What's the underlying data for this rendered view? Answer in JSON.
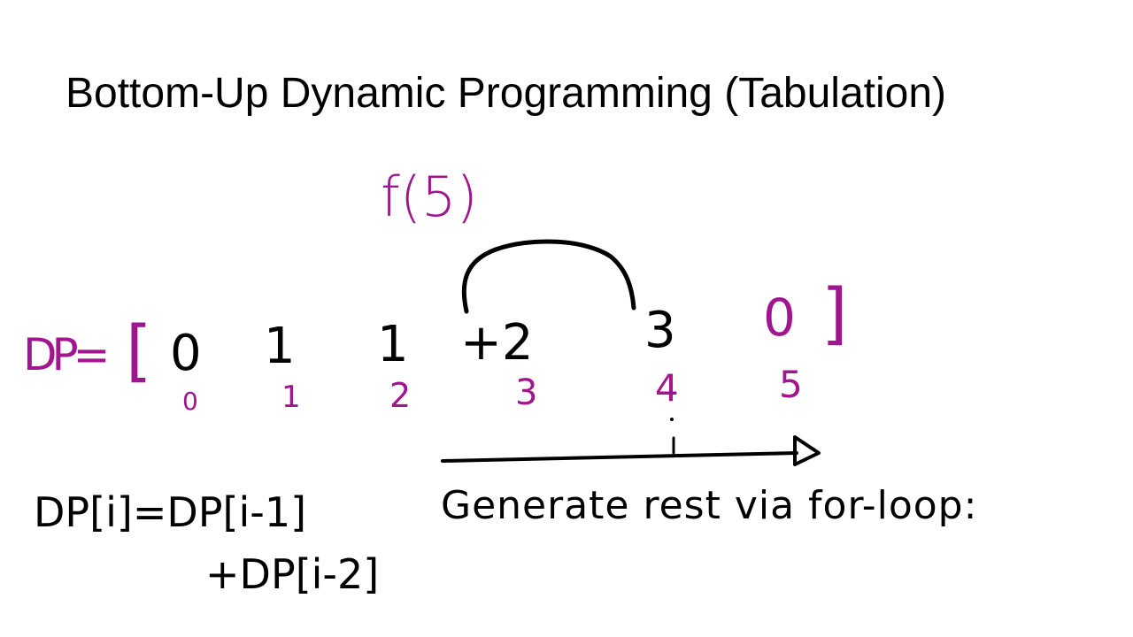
{
  "slide": {
    "title": "Bottom-Up Dynamic Programming (Tabulation)"
  },
  "colors": {
    "ink_accent": "#a0168f",
    "ink_main": "#000000"
  },
  "annotations": {
    "call": "f(5)",
    "dp_label": "DP=",
    "open_bracket": "[",
    "close_bracket": "]",
    "values": [
      "0",
      "1",
      "1",
      "+2",
      "3",
      "0"
    ],
    "indices": [
      "0",
      "1",
      "2",
      "3",
      "4",
      "5"
    ],
    "recurrence_line1": "DP[i]=DP[i-1]",
    "recurrence_line2": "+DP[i-2]",
    "loop_note": "Generate rest via for-loop:"
  }
}
